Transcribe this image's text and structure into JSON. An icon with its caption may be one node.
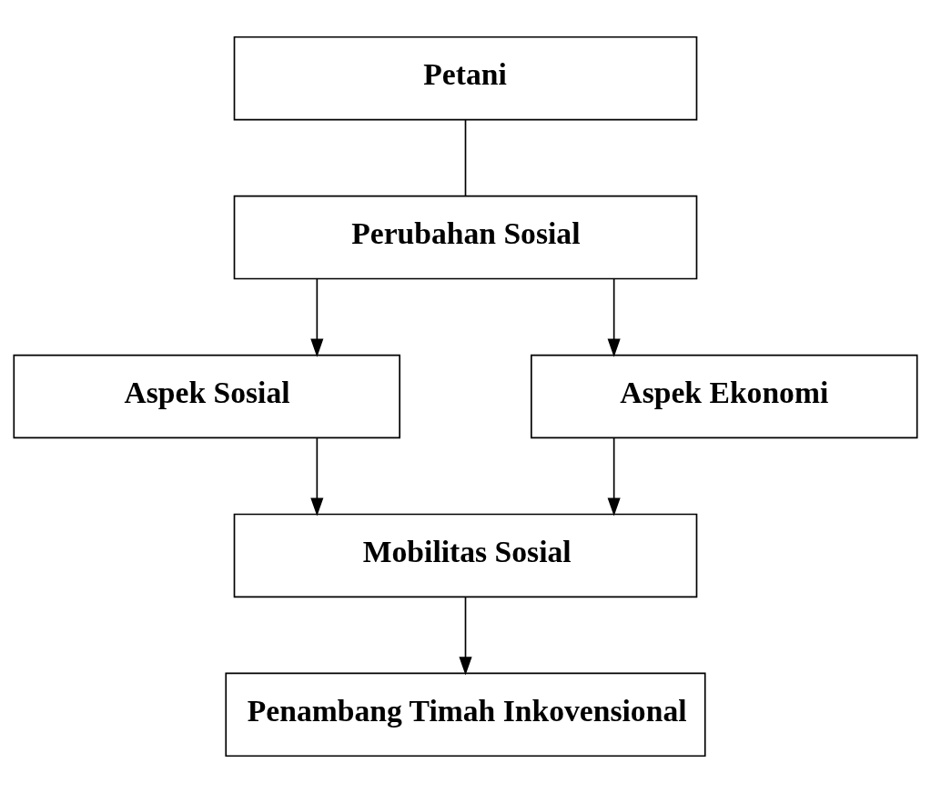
{
  "diagram": {
    "nodes": [
      {
        "text": [
          "Petani"
        ]
      },
      {
        "text": [
          "Perubahan Sosial"
        ]
      },
      {
        "text": [
          "Aspek Sosial"
        ]
      },
      {
        "text": [
          "Aspek Ekonomi"
        ]
      },
      {
        "text": [
          "Mobilitas Sosial"
        ]
      },
      {
        "text": [
          "Penambang Timah Inkovensional"
        ]
      }
    ],
    "edges": [
      {
        "from": 0,
        "to": 1,
        "arrow": "none"
      },
      {
        "from": 1,
        "to": 2,
        "arrow": "to"
      },
      {
        "from": 1,
        "to": 3,
        "arrow": "to"
      },
      {
        "from": 2,
        "to": 4,
        "arrow": "to"
      },
      {
        "from": 3,
        "to": 4,
        "arrow": "to"
      },
      {
        "from": 4,
        "to": 5,
        "arrow": "to"
      }
    ]
  }
}
